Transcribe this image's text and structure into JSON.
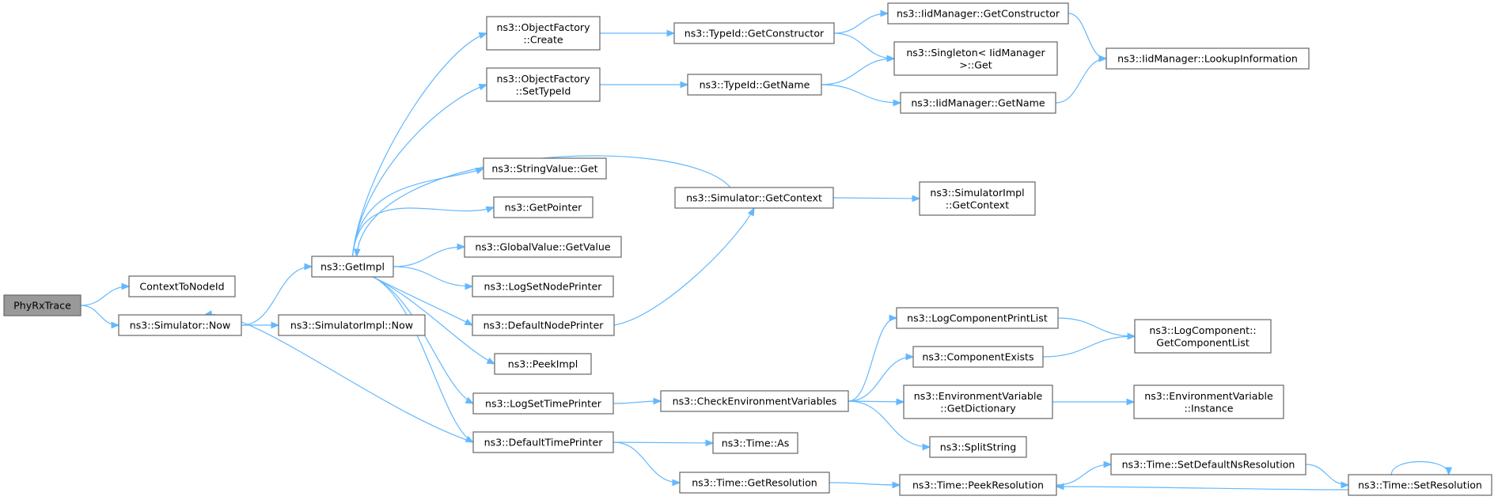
{
  "graph": {
    "nodes": [
      {
        "id": "PhyRxTrace",
        "lines": [
          "PhyRxTrace"
        ],
        "root": true
      },
      {
        "id": "ContextToNodeId",
        "lines": [
          "ContextToNodeId"
        ]
      },
      {
        "id": "SimNow",
        "lines": [
          "ns3::Simulator::Now"
        ]
      },
      {
        "id": "GetImpl",
        "lines": [
          "ns3::GetImpl"
        ]
      },
      {
        "id": "SimImplNow",
        "lines": [
          "ns3::SimulatorImpl::Now"
        ]
      },
      {
        "id": "OFCreate",
        "lines": [
          "ns3::ObjectFactory",
          "::Create"
        ]
      },
      {
        "id": "OFSetTypeId",
        "lines": [
          "ns3::ObjectFactory",
          "::SetTypeId"
        ]
      },
      {
        "id": "StringValueGet",
        "lines": [
          "ns3::StringValue::Get"
        ]
      },
      {
        "id": "GetPointer",
        "lines": [
          "ns3::GetPointer"
        ]
      },
      {
        "id": "GlobalValueGetValue",
        "lines": [
          "ns3::GlobalValue::GetValue"
        ]
      },
      {
        "id": "LogSetNodePrinter",
        "lines": [
          "ns3::LogSetNodePrinter"
        ]
      },
      {
        "id": "DefaultNodePrinter",
        "lines": [
          "ns3::DefaultNodePrinter"
        ]
      },
      {
        "id": "PeekImpl",
        "lines": [
          "ns3::PeekImpl"
        ]
      },
      {
        "id": "LogSetTimePrinter",
        "lines": [
          "ns3::LogSetTimePrinter"
        ]
      },
      {
        "id": "DefaultTimePrinter",
        "lines": [
          "ns3::DefaultTimePrinter"
        ]
      },
      {
        "id": "TypeIdGetConstructor",
        "lines": [
          "ns3::TypeId::GetConstructor"
        ]
      },
      {
        "id": "TypeIdGetName",
        "lines": [
          "ns3::TypeId::GetName"
        ]
      },
      {
        "id": "SimGetContext",
        "lines": [
          "ns3::Simulator::GetContext"
        ]
      },
      {
        "id": "CheckEnvVars",
        "lines": [
          "ns3::CheckEnvironmentVariables"
        ]
      },
      {
        "id": "TimeAs",
        "lines": [
          "ns3::Time::As"
        ]
      },
      {
        "id": "TimeGetResolution",
        "lines": [
          "ns3::Time::GetResolution"
        ]
      },
      {
        "id": "IidGetConstructor",
        "lines": [
          "ns3::IidManager::GetConstructor"
        ]
      },
      {
        "id": "SingletonGet",
        "lines": [
          "ns3::Singleton< IidManager",
          ">::Get"
        ]
      },
      {
        "id": "IidGetName",
        "lines": [
          "ns3::IidManager::GetName"
        ]
      },
      {
        "id": "SimImplGetContext",
        "lines": [
          "ns3::SimulatorImpl",
          "::GetContext"
        ]
      },
      {
        "id": "LogComponentPrintList",
        "lines": [
          "ns3::LogComponentPrintList"
        ]
      },
      {
        "id": "ComponentExists",
        "lines": [
          "ns3::ComponentExists"
        ]
      },
      {
        "id": "EnvVarGetDictionary",
        "lines": [
          "ns3::EnvironmentVariable",
          "::GetDictionary"
        ]
      },
      {
        "id": "SplitString",
        "lines": [
          "ns3::SplitString"
        ]
      },
      {
        "id": "TimePeekResolution",
        "lines": [
          "ns3::Time::PeekResolution"
        ]
      },
      {
        "id": "IidLookupInformation",
        "lines": [
          "ns3::IidManager::LookupInformation"
        ]
      },
      {
        "id": "LogCompGetComponentList",
        "lines": [
          "ns3::LogComponent::",
          "GetComponentList"
        ]
      },
      {
        "id": "EnvVarInstance",
        "lines": [
          "ns3::EnvironmentVariable",
          "::Instance"
        ]
      },
      {
        "id": "TimeSetDefaultNsResolution",
        "lines": [
          "ns3::Time::SetDefaultNsResolution"
        ]
      },
      {
        "id": "TimeSetResolution",
        "lines": [
          "ns3::Time::SetResolution"
        ]
      }
    ],
    "edges": [
      [
        "PhyRxTrace",
        "ContextToNodeId"
      ],
      [
        "PhyRxTrace",
        "SimNow"
      ],
      [
        "SimNow",
        "GetImpl"
      ],
      [
        "SimNow",
        "SimImplNow"
      ],
      [
        "GetImpl",
        "OFCreate"
      ],
      [
        "GetImpl",
        "OFSetTypeId"
      ],
      [
        "GetImpl",
        "StringValueGet"
      ],
      [
        "GetImpl",
        "GetPointer"
      ],
      [
        "GetImpl",
        "GlobalValueGetValue"
      ],
      [
        "GetImpl",
        "LogSetNodePrinter"
      ],
      [
        "GetImpl",
        "DefaultNodePrinter"
      ],
      [
        "GetImpl",
        "PeekImpl"
      ],
      [
        "GetImpl",
        "LogSetTimePrinter"
      ],
      [
        "GetImpl",
        "DefaultTimePrinter"
      ],
      [
        "OFCreate",
        "TypeIdGetConstructor"
      ],
      [
        "OFSetTypeId",
        "TypeIdGetName"
      ],
      [
        "TypeIdGetConstructor",
        "IidGetConstructor"
      ],
      [
        "TypeIdGetConstructor",
        "SingletonGet"
      ],
      [
        "TypeIdGetName",
        "SingletonGet"
      ],
      [
        "TypeIdGetName",
        "IidGetName"
      ],
      [
        "IidGetConstructor",
        "IidLookupInformation"
      ],
      [
        "IidGetName",
        "IidLookupInformation"
      ],
      [
        "SimGetContext",
        "GetImpl"
      ],
      [
        "SimGetContext",
        "SimImplGetContext"
      ],
      [
        "DefaultNodePrinter",
        "SimGetContext"
      ],
      [
        "LogSetTimePrinter",
        "CheckEnvVars"
      ],
      [
        "CheckEnvVars",
        "LogComponentPrintList"
      ],
      [
        "CheckEnvVars",
        "ComponentExists"
      ],
      [
        "CheckEnvVars",
        "EnvVarGetDictionary"
      ],
      [
        "CheckEnvVars",
        "SplitString"
      ],
      [
        "LogComponentPrintList",
        "LogCompGetComponentList"
      ],
      [
        "ComponentExists",
        "LogCompGetComponentList"
      ],
      [
        "EnvVarGetDictionary",
        "EnvVarInstance"
      ],
      [
        "DefaultTimePrinter",
        "SimNow"
      ],
      [
        "DefaultTimePrinter",
        "TimeAs"
      ],
      [
        "DefaultTimePrinter",
        "TimeGetResolution"
      ],
      [
        "TimeGetResolution",
        "TimePeekResolution"
      ],
      [
        "TimePeekResolution",
        "TimeSetDefaultNsResolution"
      ],
      [
        "TimeSetDefaultNsResolution",
        "TimeSetResolution"
      ],
      [
        "TimeSetResolution",
        "TimePeekResolution"
      ],
      [
        "TimeSetResolution",
        "TimeSetResolution"
      ]
    ]
  }
}
